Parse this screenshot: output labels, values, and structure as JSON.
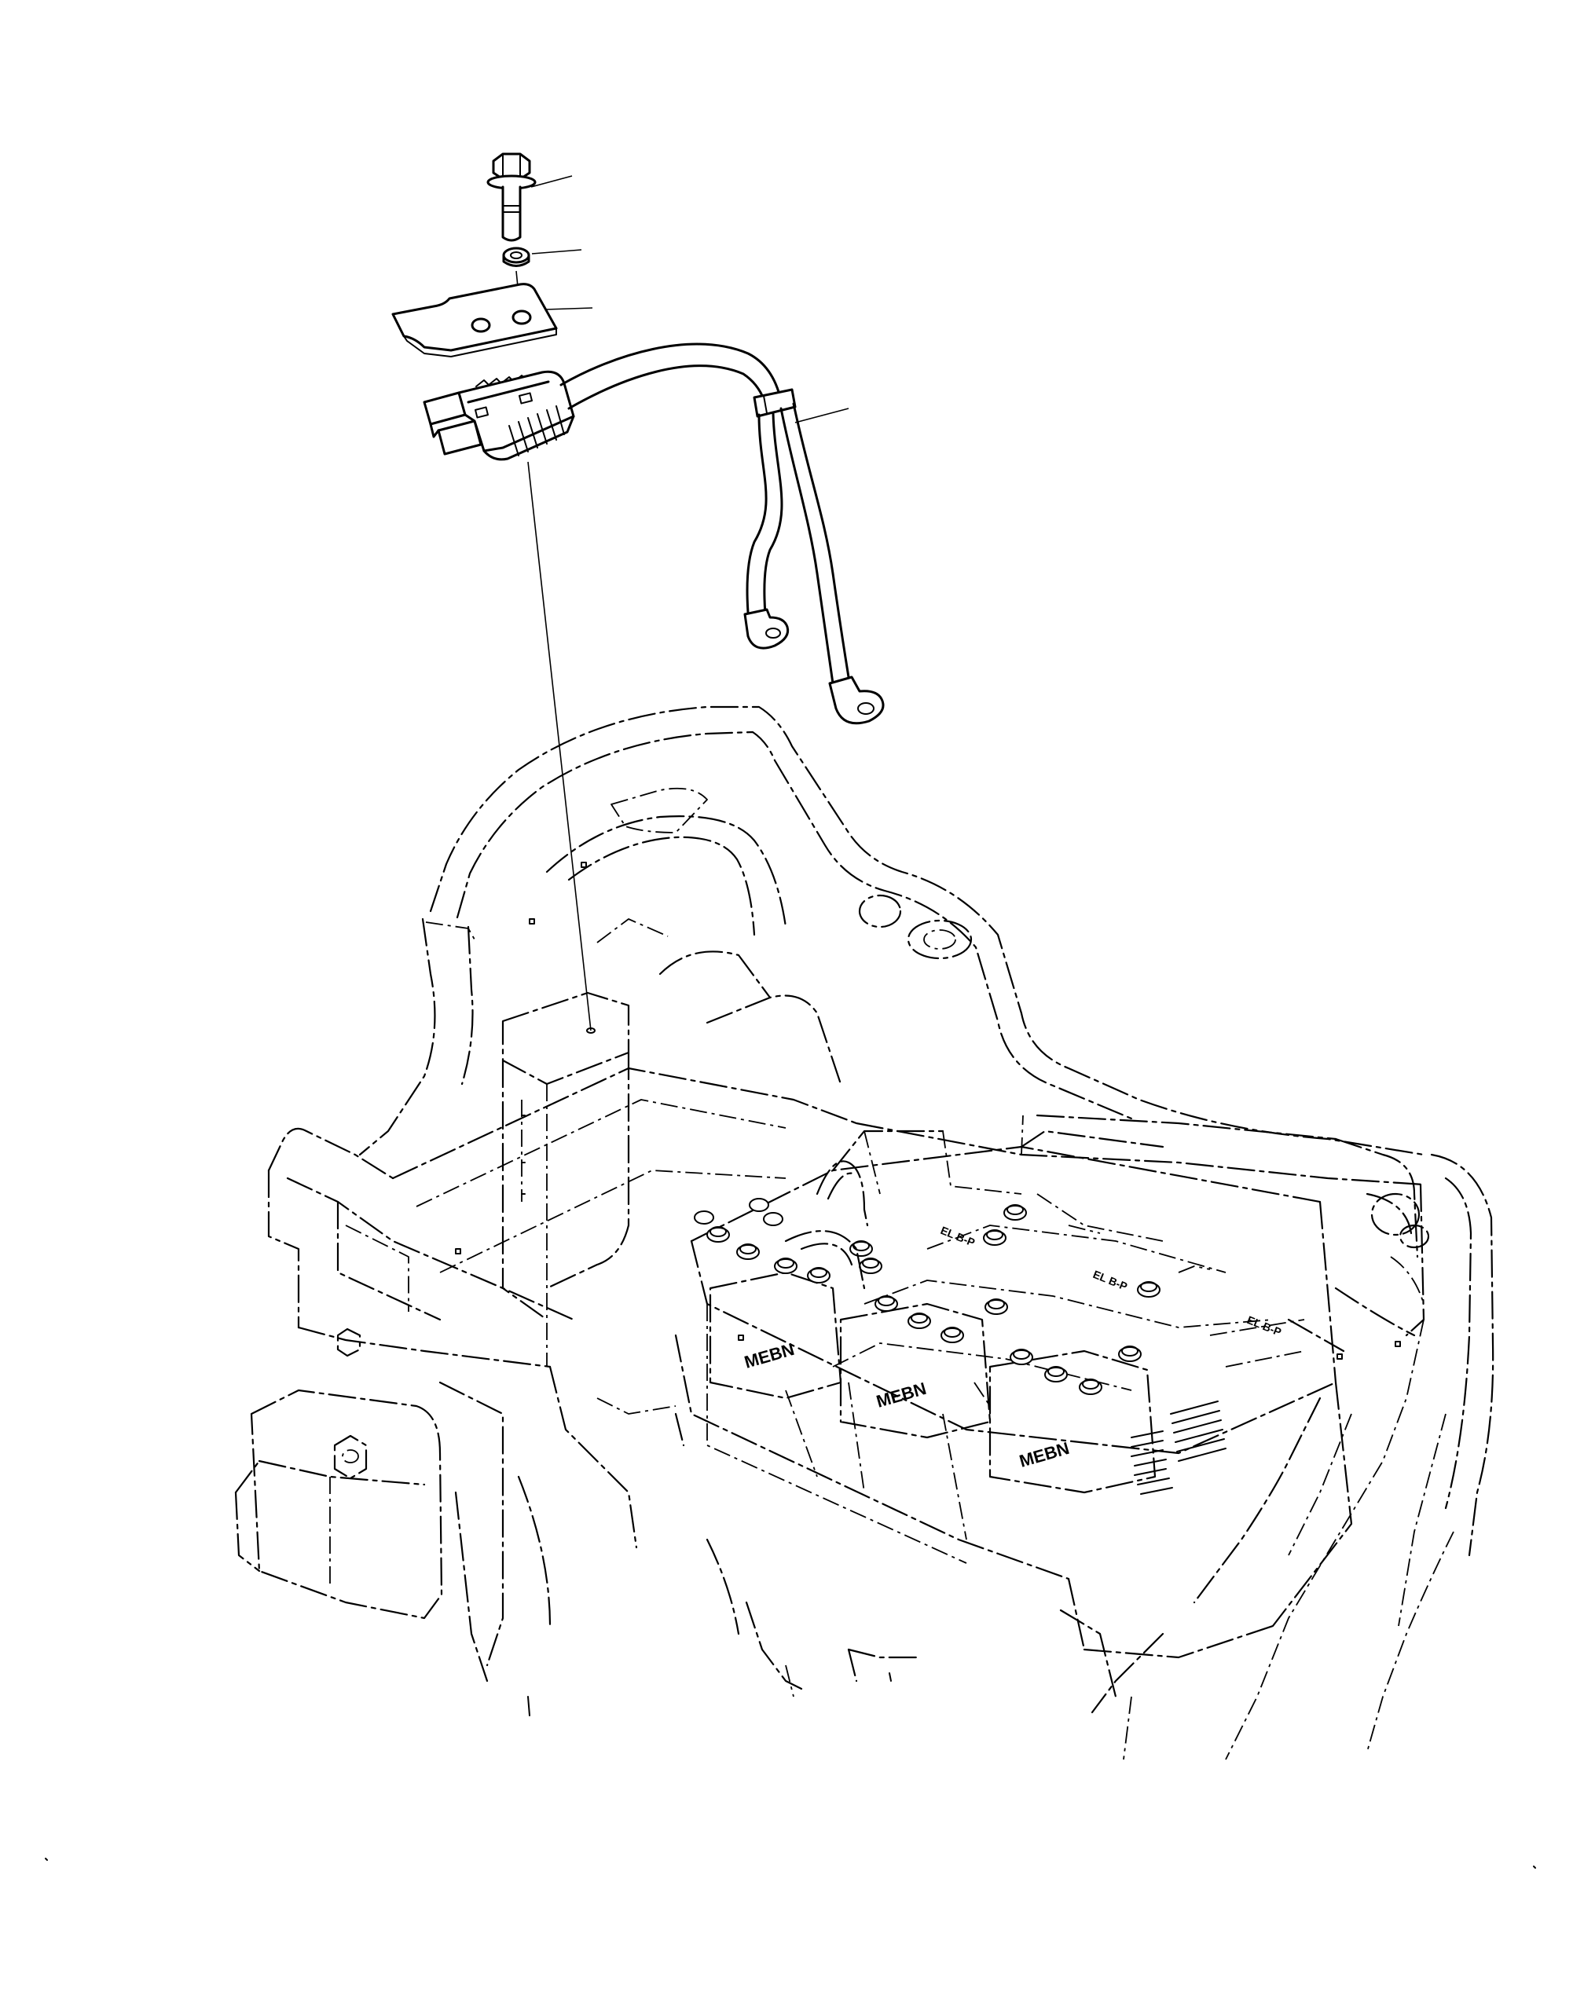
{
  "diagram": {
    "background": "#ffffff",
    "line_color": "#000000",
    "battery_brand_labels": [
      "MEBN",
      "MEBN",
      "MEBN"
    ],
    "cell_labels": [
      "EL B-P",
      "EL B-P",
      "EL B-P"
    ]
  }
}
